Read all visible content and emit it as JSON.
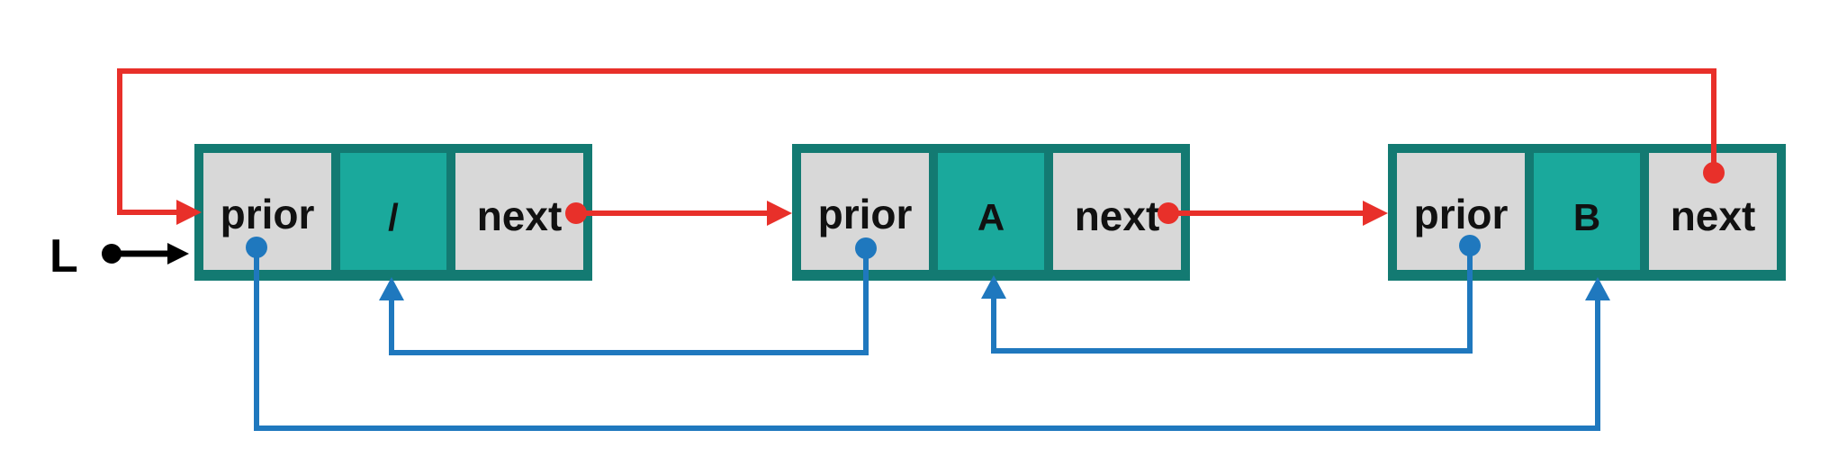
{
  "list_label": "L",
  "nodes": [
    {
      "prior": "prior",
      "data": "/",
      "next": "next"
    },
    {
      "prior": "prior",
      "data": "A",
      "next": "next"
    },
    {
      "prior": "prior",
      "data": "B",
      "next": "next"
    }
  ],
  "colors": {
    "node_border": "#137a72",
    "data_cell": "#1aa99c",
    "pointer_cell": "#d8d8d8",
    "next_link": "#e8302a",
    "prior_link": "#1f78be",
    "head_pointer": "#000000",
    "text": "#111111"
  }
}
